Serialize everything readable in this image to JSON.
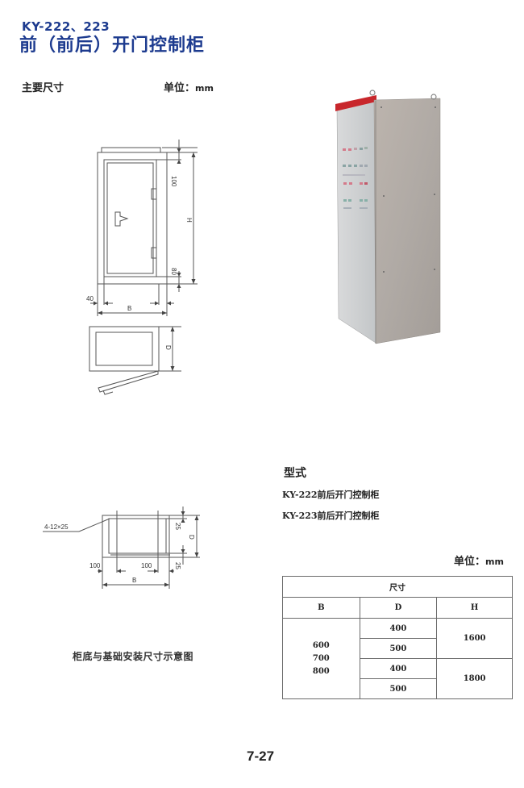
{
  "header": {
    "model_code": "KY-222、223",
    "title": "前（前后）开门控制柜"
  },
  "main_dims": {
    "label": "主要尺寸",
    "unit_label": "单位：",
    "unit_value": "mm"
  },
  "front_drawing": {
    "dim_top": "100",
    "dim_bottom": "80",
    "dim_height": "H",
    "dim_side": "40",
    "dim_width": "B"
  },
  "plan_drawing": {
    "dim_depth": "D"
  },
  "base_drawing": {
    "hole_spec": "4-12×25",
    "dim_offset_top": "25",
    "dim_offset_bottom": "25",
    "dim_depth": "D",
    "dim_left": "100",
    "dim_right": "100",
    "dim_width": "B",
    "caption": "柜底与基础安装尺寸示意图"
  },
  "types": {
    "label": "型式",
    "items": [
      "KY-222前后开门控制柜",
      "KY-223前后开门控制柜"
    ]
  },
  "table": {
    "unit_label": "单位：",
    "unit_value": "mm",
    "group_header": "尺寸",
    "columns": [
      "B",
      "D",
      "H"
    ],
    "b_values": [
      "600",
      "700",
      "800"
    ],
    "d_values": [
      "400",
      "500",
      "400",
      "500"
    ],
    "h_values": [
      "1600",
      "1800"
    ]
  },
  "colors": {
    "title_blue": "#1d3b8f",
    "cabinet_red": "#c8272c",
    "cabinet_steel": "#b9b5b0"
  },
  "footer": {
    "page_number": "7-27"
  }
}
